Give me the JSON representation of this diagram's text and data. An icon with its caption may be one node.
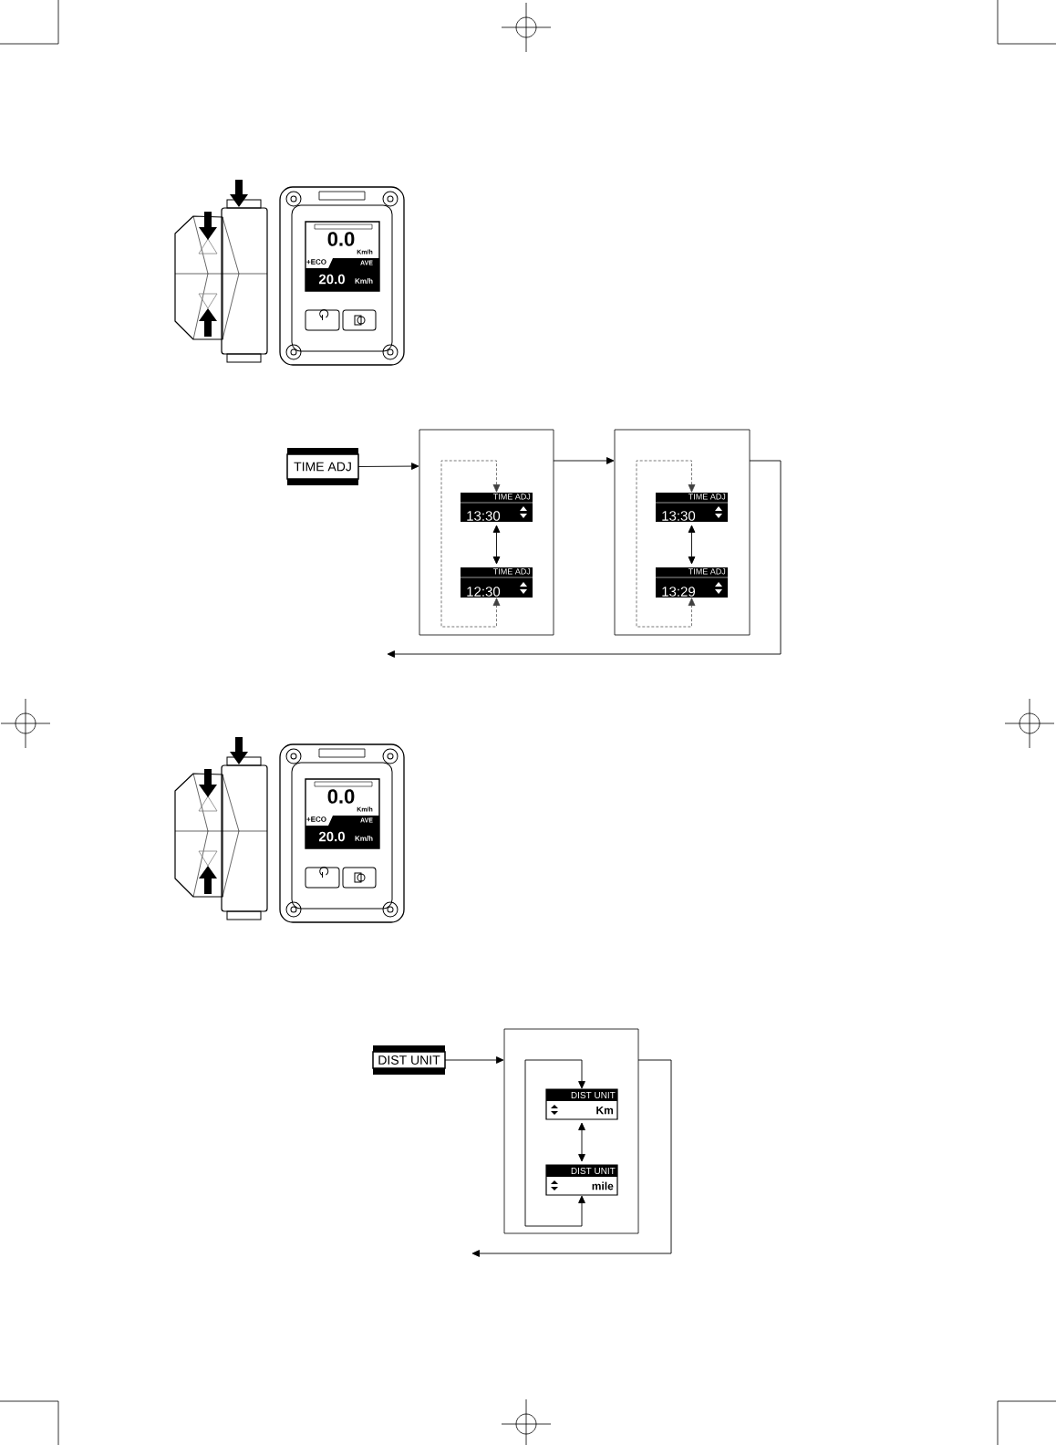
{
  "diagram": {
    "nodes": [
      {
        "text": [
          "TIME ADJ"
        ]
      },
      {
        "text": [],
        "shape": "box"
      },
      {
        "text": [
          "TIME ADJ",
          "13:30"
        ],
        "in": 1
      },
      {
        "text": [
          "TIME ADJ",
          "12:30"
        ],
        "in": 1
      },
      {
        "text": [],
        "shape": "box"
      },
      {
        "text": [
          "TIME ADJ",
          "13:30"
        ],
        "in": 4
      },
      {
        "text": [
          "TIME ADJ",
          "13:29"
        ],
        "in": 4
      },
      {
        "text": [
          "DIST UNIT"
        ]
      },
      {
        "text": [],
        "shape": "box"
      },
      {
        "text": [
          "DIST UNIT",
          "Km"
        ],
        "in": 8
      },
      {
        "text": [
          "DIST UNIT",
          "mile"
        ],
        "in": 8
      }
    ],
    "edges": [
      {
        "from": 0,
        "to": 1,
        "arrow": "to"
      },
      {
        "from": 1,
        "to": 4,
        "arrow": "to"
      },
      {
        "from": 4,
        "to": null,
        "arrow": "to"
      },
      {
        "from": 2,
        "to": 3,
        "arrow": "both"
      },
      {
        "from": 2,
        "to": 3,
        "arrow": "both",
        "style": "dashed"
      },
      {
        "from": 5,
        "to": 6,
        "arrow": "both"
      },
      {
        "from": 5,
        "to": 6,
        "arrow": "both",
        "style": "dashed"
      },
      {
        "from": 7,
        "to": 8,
        "arrow": "to"
      },
      {
        "from": 8,
        "to": null,
        "arrow": "to"
      },
      {
        "from": 9,
        "to": 10,
        "arrow": "both"
      },
      {
        "from": 9,
        "to": 10,
        "arrow": "both"
      }
    ],
    "labels": [
      "0.0",
      "Km/h",
      "+ECO",
      "AVE",
      "20.0",
      "Km/h",
      "0.0",
      "Km/h",
      "+ECO",
      "AVE",
      "20.0",
      "Km/h"
    ]
  }
}
